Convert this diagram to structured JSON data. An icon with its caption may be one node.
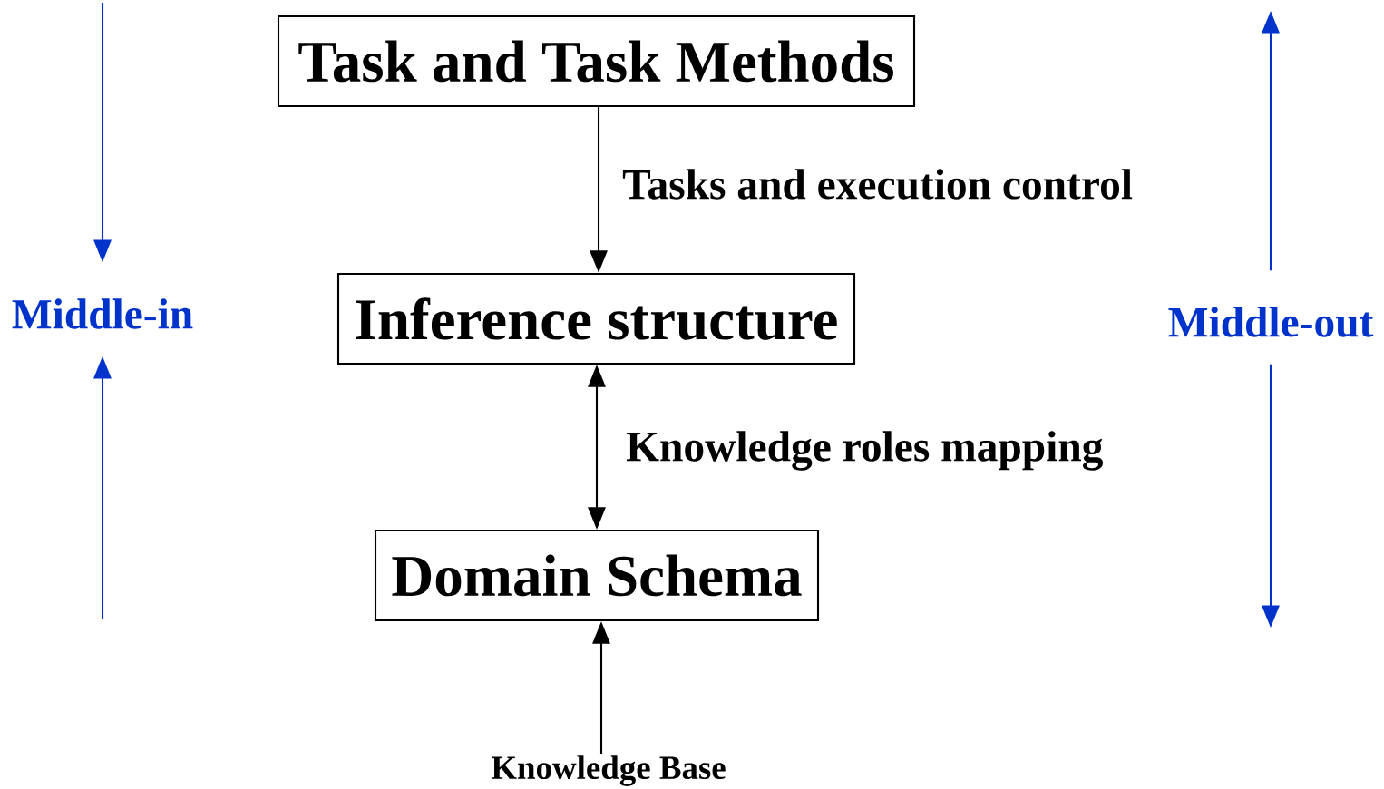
{
  "diagram": {
    "nodes": [
      {
        "text": [
          "Task and Task Methods"
        ]
      },
      {
        "text": [
          "Inference structure"
        ]
      },
      {
        "text": [
          "Domain Schema"
        ]
      },
      {
        "text": [
          "Knowledge Base"
        ]
      },
      {
        "text": [
          "Middle-in"
        ]
      },
      {
        "text": [
          "Middle-out"
        ]
      }
    ],
    "edges": [
      {
        "from": 0,
        "to": 1,
        "arrow": "to",
        "label": "Tasks and execution control",
        "color": "#000000"
      },
      {
        "from": 1,
        "to": 2,
        "arrow": "both",
        "label": "Knowledge roles mapping",
        "color": "#000000"
      },
      {
        "from": 3,
        "to": 2,
        "arrow": "to",
        "color": "#000000"
      },
      {
        "from": null,
        "to": 4,
        "arrow": "to",
        "color": "#0033cc"
      },
      {
        "from": null,
        "to": 4,
        "arrow": "to",
        "color": "#0033cc"
      },
      {
        "from": 5,
        "to": null,
        "arrow": "to",
        "color": "#0033cc"
      },
      {
        "from": 5,
        "to": null,
        "arrow": "to",
        "color": "#0033cc"
      }
    ]
  }
}
